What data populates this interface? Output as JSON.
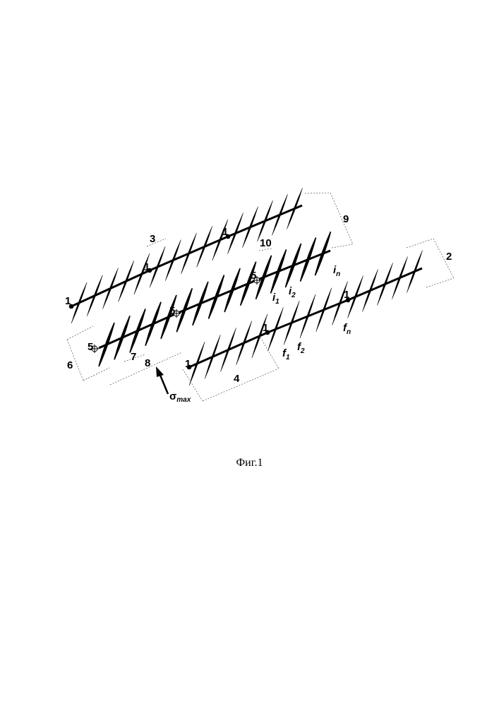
{
  "figure": {
    "caption": "Фиг.1",
    "labels": {
      "start_point": "1",
      "node": "5",
      "dim_2": "2",
      "dim_3": "3",
      "dim_4": "4",
      "dim_6": "6",
      "dim_7": "7",
      "dim_8": "8",
      "dim_9": "9",
      "dim_10": "10",
      "i_letter": "i",
      "f_letter": "f",
      "sub_1": "1",
      "sub_2": "2",
      "sub_n": "n",
      "sigma": "σ",
      "sigma_sub": "max"
    },
    "colors": {
      "ink": "#000000",
      "dim_line": "#555555"
    }
  }
}
